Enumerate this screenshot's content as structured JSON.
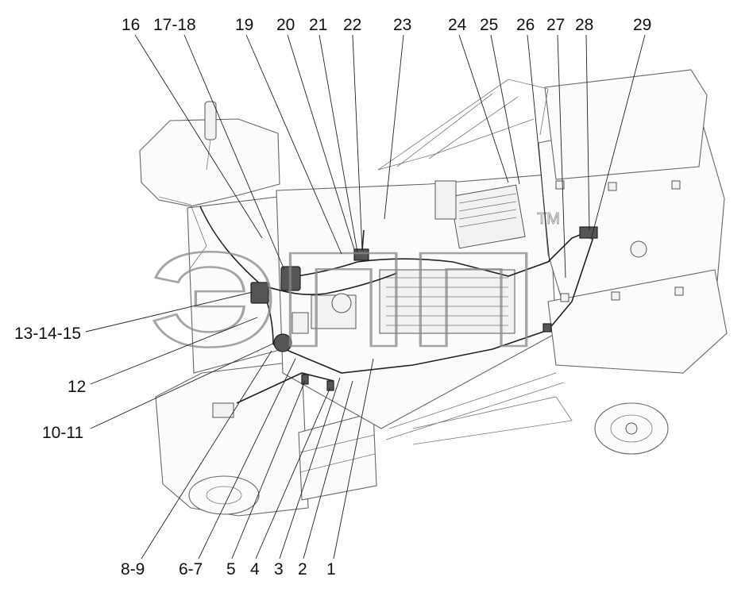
{
  "watermark": {
    "text": "ЭПП",
    "trademark": "TM"
  },
  "callouts_top": [
    "16",
    "17-18",
    "19",
    "20",
    "21",
    "22",
    "23",
    "24",
    "25",
    "26",
    "27",
    "28",
    "29"
  ],
  "callouts_left": [
    "13-14-15",
    "12",
    "10-11"
  ],
  "callouts_bottom": [
    "8-9",
    "6-7",
    "5",
    "4",
    "3",
    "2",
    "1"
  ]
}
